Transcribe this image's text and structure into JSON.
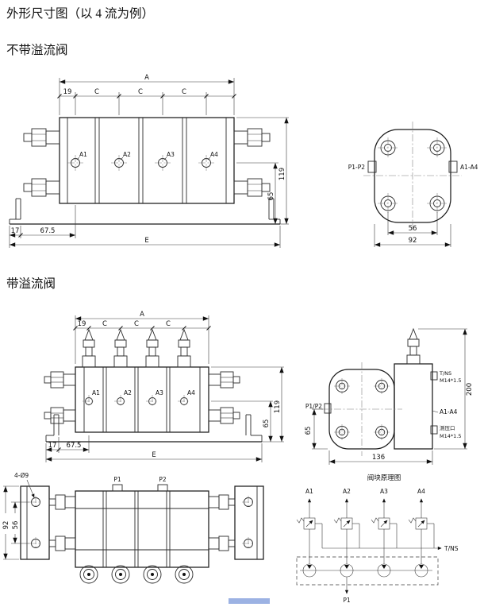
{
  "page": {
    "title": "外形尺寸图（以 4 流为例）",
    "section_no_relief": "不带溢流阀",
    "section_relief": "带溢流阀"
  },
  "front_no_relief": {
    "ports": [
      "A1",
      "A2",
      "A3",
      "A4"
    ],
    "dims": {
      "a": "A",
      "d19": "19",
      "c1": "C",
      "c2": "C",
      "c3": "C",
      "h119": "119",
      "h65": "65",
      "d17": "17",
      "d675": "67.5",
      "e": "E"
    }
  },
  "side_no_relief": {
    "label_left": "P1-P2",
    "label_right": "A1-A4",
    "dims": {
      "w56": "56",
      "w92": "92"
    }
  },
  "front_relief": {
    "ports": [
      "A1",
      "A2",
      "A3",
      "A4"
    ],
    "dims": {
      "a": "A",
      "d19": "19",
      "c1": "C",
      "c2": "C",
      "c3": "C",
      "h119": "119",
      "h65": "65",
      "d17": "17",
      "d675": "67.5",
      "e": "E"
    }
  },
  "side_relief": {
    "label_left": "P1/P2",
    "label_right": "A1-A4",
    "port_tns_line1": "T/NS",
    "port_tns_line2": "M14*1.5",
    "port_gauge_line1": "测压口",
    "port_gauge_line2": "M14*1.5",
    "dims": {
      "h200": "200",
      "h65": "65",
      "w136": "136"
    }
  },
  "bottom_view": {
    "holes_label": "4-Ø9",
    "p1": "P1",
    "p2": "P2",
    "dims": {
      "h92": "92",
      "h56": "56"
    }
  },
  "schematic": {
    "title": "阀块原理图",
    "ports": [
      "A1",
      "A2",
      "A3",
      "A4"
    ],
    "tns": "T/NS",
    "p1": "P1"
  }
}
